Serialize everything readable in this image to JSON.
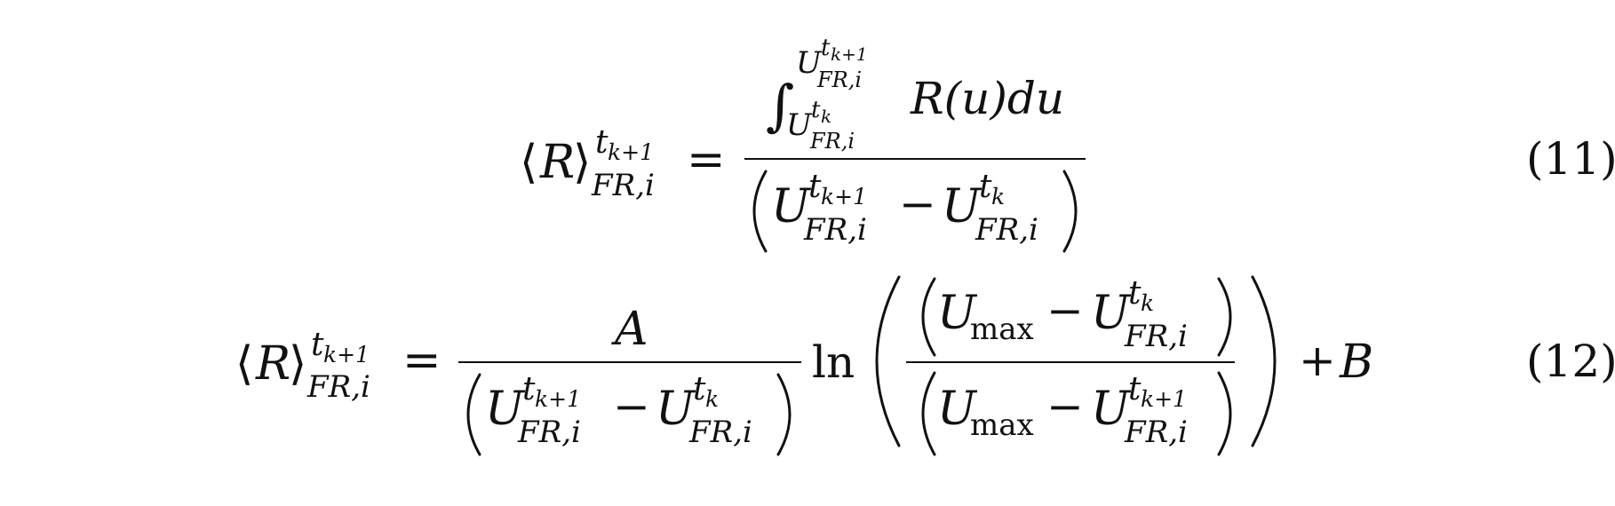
{
  "equations": [
    {
      "number": "(11)",
      "lhs": {
        "symbol": "R",
        "sup": "t",
        "sup_sub": "k+1",
        "sub": "FR,i"
      },
      "numerator": {
        "integral": "∫",
        "upper_limit": {
          "base": "U",
          "sup": "t",
          "sup_sub": "k+1",
          "sub": "FR,i"
        },
        "lower_limit": {
          "base": "U",
          "sup": "t",
          "sup_sub": "k",
          "sub": "FR,i"
        },
        "integrand": "R(u)du"
      },
      "denominator": {
        "term1": {
          "base": "U",
          "sup": "t",
          "sup_sub": "k+1",
          "sub": "FR,i"
        },
        "minus": "−",
        "term2": {
          "base": "U",
          "sup": "t",
          "sup_sub": "k",
          "sub": "FR,i"
        }
      }
    },
    {
      "number": "(12)",
      "lhs": {
        "symbol": "R",
        "sup": "t",
        "sup_sub": "k+1",
        "sub": "FR,i"
      },
      "coef_numerator": "A",
      "coef_denominator": {
        "term1": {
          "base": "U",
          "sup": "t",
          "sup_sub": "k+1",
          "sub": "FR,i"
        },
        "minus": "−",
        "term2": {
          "base": "U",
          "sup": "t",
          "sup_sub": "k",
          "sub": "FR,i"
        }
      },
      "log": "ln",
      "inner_numerator": {
        "umax": {
          "base": "U",
          "sub": "max"
        },
        "minus": "−",
        "term": {
          "base": "U",
          "sup": "t",
          "sup_sub": "k",
          "sub": "FR,i"
        }
      },
      "inner_denominator": {
        "umax": {
          "base": "U",
          "sub": "max"
        },
        "minus": "−",
        "term": {
          "base": "U",
          "sup": "t",
          "sup_sub": "k+1",
          "sub": "FR,i"
        }
      },
      "plus": "+",
      "constant": "B"
    }
  ],
  "symbols": {
    "equals": "=",
    "langle": "⟨",
    "rangle": "⟩"
  }
}
